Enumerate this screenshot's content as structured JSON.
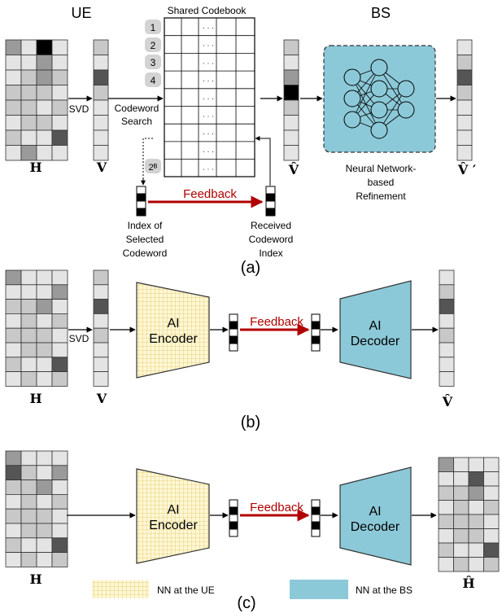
{
  "panel_a": {
    "ue_title": "UE",
    "bs_title": "BS",
    "codebook_title": "Shared Codebook",
    "codebook_indices": [
      "1",
      "2",
      "3",
      "4",
      "2ᴮ"
    ],
    "dots": "· · ·",
    "svd": "SVD",
    "codeword_search_1": "Codeword",
    "codeword_search_2": "Search",
    "feedback": "Feedback",
    "index_selected": [
      "Index of",
      "Selected",
      "Codeword"
    ],
    "received_index": [
      "Received",
      "Codeword",
      "Index"
    ],
    "nn_refinement": [
      "Neural Network-",
      "based",
      "Refinement"
    ],
    "H": "H",
    "V": "V",
    "V_hat": "V̂",
    "V_hat_prime": "V̂ ′",
    "caption": "(a)"
  },
  "panel_b": {
    "svd": "SVD",
    "encoder": [
      "AI",
      "Encoder"
    ],
    "decoder": [
      "AI",
      "Decoder"
    ],
    "feedback": "Feedback",
    "H": "H",
    "V": "V",
    "V_hat": "V̂",
    "caption": "(b)"
  },
  "panel_c": {
    "encoder": [
      "AI",
      "Encoder"
    ],
    "decoder": [
      "AI",
      "Decoder"
    ],
    "feedback": "Feedback",
    "H": "H",
    "H_hat": "Ĥ",
    "caption": "(c)"
  },
  "legend": {
    "ue": "NN at the UE",
    "bs": "NN at the BS"
  },
  "colors": {
    "bs_nn": "#8cc9d8",
    "ue_nn": "#f8e9a4",
    "feedback": "#b00000"
  }
}
